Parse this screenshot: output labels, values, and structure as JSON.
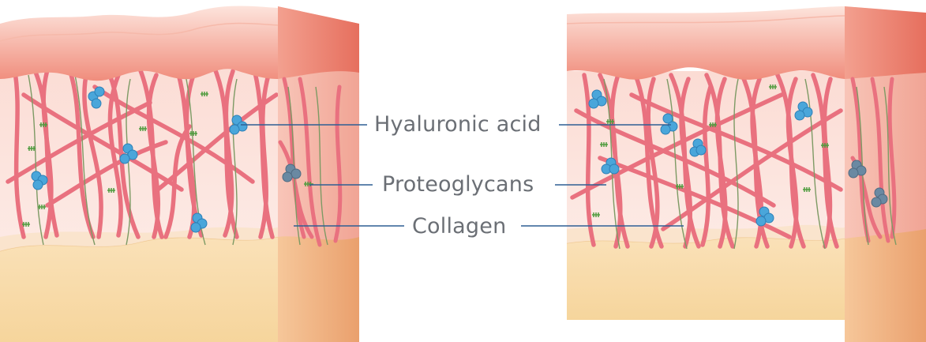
{
  "labels": {
    "hyaluronic_acid": "Hyaluronic acid",
    "proteoglycans": "Proteoglycans",
    "collagen": "Collagen"
  },
  "colors": {
    "background": "#ffffff",
    "epidermis": "#f2a493",
    "dermis": "#fbe3dc",
    "dermis_side": "#f4b5a6",
    "subcutaneous": "#f7d9a5",
    "collagen": "#e9717f",
    "hyaluronic_acid": "#4aa6da",
    "proteoglycan": "#6f8f55",
    "leader_line": "#2f5f93",
    "label_text": "#6b6f75"
  }
}
